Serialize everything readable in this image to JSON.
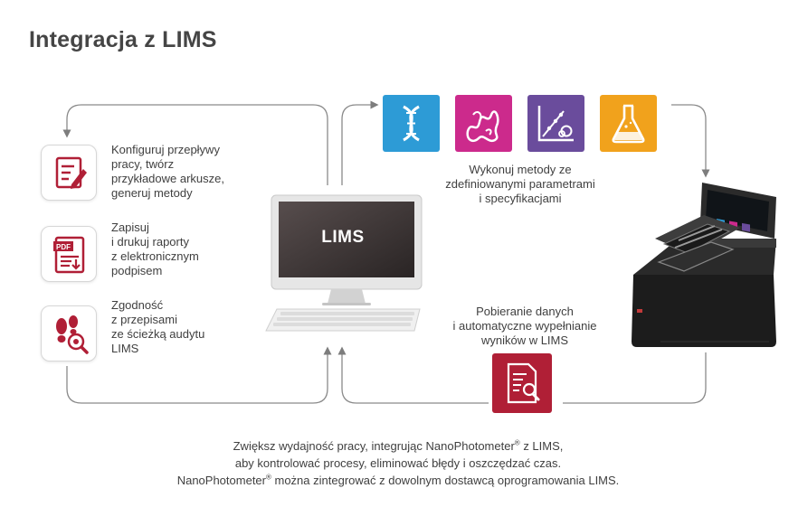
{
  "page": {
    "title": "Integracja z LIMS"
  },
  "features": [
    {
      "icon": "form-edit-icon",
      "text": "Konfiguruj przepływy\npracy, twórz\nprzykładowe arkusze,\ngeneruj metody"
    },
    {
      "icon": "pdf-report-icon",
      "icon_label": "PDF",
      "text": "Zapisuj\ni drukuj raporty\nz elektronicznym\npodpisem"
    },
    {
      "icon": "footprints-magnifier-icon",
      "text": "Zgodność\nz przepisami\nze ścieżką audytu\nLIMS"
    }
  ],
  "methods": {
    "tiles": [
      {
        "name": "dna-icon",
        "color": "#2d9bd6"
      },
      {
        "name": "protein-icon",
        "color": "#cc2a8c"
      },
      {
        "name": "calibration-curve-icon",
        "color": "#6a4c9c"
      },
      {
        "name": "flask-icon",
        "color": "#f1a21c"
      }
    ],
    "caption": "Wykonuj metody ze\nzdefiniowanymi parametrami\ni specyfikacjami"
  },
  "computer": {
    "screen_label": "LIMS"
  },
  "data_transfer": {
    "caption": "Pobieranie danych\ni automatyczne wypełnianie\nwyników w LIMS",
    "icon": "document-search-icon",
    "color": "#b01f36"
  },
  "summary": {
    "line1_a": "Zwiększ wydajność pracy, integrując NanoPhotometer",
    "line1_reg": "®",
    "line1_b": " z LIMS,",
    "line2": "aby kontrolować procesy, eliminować błędy i oszczędzać czas.",
    "line3_a": "NanoPhotometer",
    "line3_reg": "®",
    "line3_b": " można zintegrować z dowolnym dostawcą oprogramowania LIMS."
  },
  "colors": {
    "accent_red": "#b01f36",
    "flow_line": "#8a8a8a"
  }
}
